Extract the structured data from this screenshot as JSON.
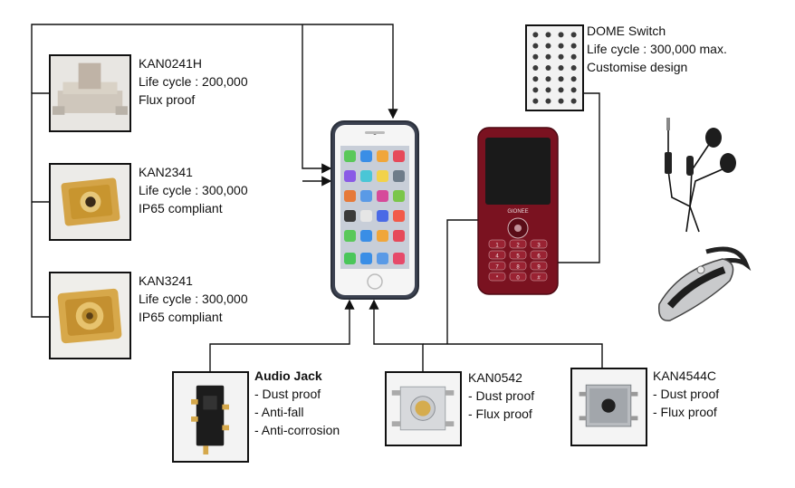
{
  "components": {
    "kan0241h": {
      "name": "KAN0241H",
      "lines": [
        "Life cycle : 200,000",
        "Flux proof"
      ]
    },
    "kan2341": {
      "name": "KAN2341",
      "lines": [
        "Life cycle : 300,000",
        "IP65 compliant"
      ]
    },
    "kan3241": {
      "name": "KAN3241",
      "lines": [
        "Life cycle : 300,000",
        "IP65 compliant"
      ]
    },
    "dome": {
      "name": "DOME Switch",
      "lines": [
        "Life cycle : 300,000 max.",
        "Customise design"
      ]
    },
    "audio_jack": {
      "name": "Audio Jack",
      "lines": [
        "- Dust proof",
        "- Anti-fall",
        "- Anti-corrosion"
      ]
    },
    "kan0542": {
      "name": "KAN0542",
      "lines": [
        "- Dust proof",
        "- Flux proof"
      ]
    },
    "kan4544c": {
      "name": "KAN4544C",
      "lines": [
        "- Dust proof",
        "- Flux proof"
      ]
    }
  },
  "phone_brand": "GIONEE",
  "keypad_labels": [
    "1",
    "2",
    "3",
    "4",
    "5",
    "6",
    "7",
    "8",
    "9",
    "*",
    "0",
    "#"
  ]
}
